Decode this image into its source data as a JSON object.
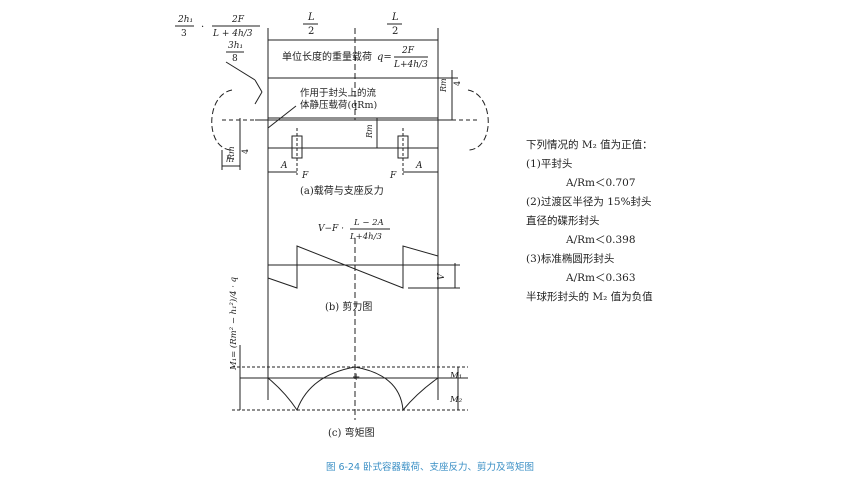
{
  "top_formula": {
    "frac1_num": "2h₁",
    "frac1_den": "3",
    "dot": "·",
    "frac2_num": "2F",
    "frac2_den": "L + 4h/3",
    "frac3_num": "3h₁",
    "frac3_den": "8"
  },
  "dims": {
    "half_span_left_num": "L",
    "half_span_left_den": "2",
    "half_span_right_num": "L",
    "half_span_right_den": "2",
    "rm4_right_num": "Rm",
    "rm4_right_den": "4",
    "rm4_left_num": "Rm",
    "rm4_left_den": "4",
    "rm_small": "Rm",
    "h1": "h₁",
    "a_left": "A",
    "a_right": "A",
    "f_left": "F",
    "f_right": "F"
  },
  "load_text": {
    "weight_label": "单位长度的重量载荷",
    "q_eq": "q=",
    "q_num": "2F",
    "q_den": "L+4h/3",
    "head_line1": "作用于封头上的流",
    "head_line2": "体静压载荷(qRm)"
  },
  "labels": {
    "a": "(a)载荷与支座反力",
    "b": "(b) 剪力图",
    "c": "(c) 弯矩图"
  },
  "shear": {
    "formula_prefix": "V−F ·",
    "formula_num": "L − 2A",
    "formula_den": "L+4h/3",
    "v_label": "V"
  },
  "moment": {
    "m1_formula": "M₁= (Rm² − h₁²)/4 · q",
    "plus": "+",
    "m1": "M₁",
    "m2": "M₂"
  },
  "notes": [
    "下列情况的 M₂ 值为正值：",
    "(1)平封头",
    "A/Rm＜0.707",
    "(2)过渡区半径为 15%封头",
    "直径的碟形封头",
    "A/Rm＜0.398",
    "(3)标准椭圆形封头",
    "A/Rm＜0.363",
    "半球形封头的 M₂ 值为负值"
  ],
  "caption": "图 6-24    卧式容器载荷、支座反力、剪力及弯矩图",
  "colors": {
    "caption": "#3a8fc5",
    "ink": "#222222"
  }
}
